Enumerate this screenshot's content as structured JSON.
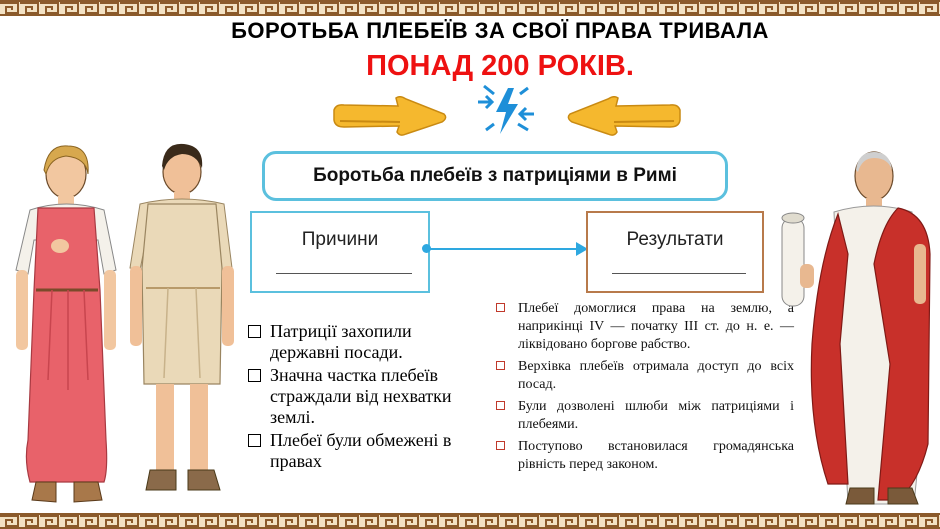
{
  "title_line1": "БОРОТЬБА ПЛЕБЕЇВ ЗА СВОЇ ПРАВА ТРИВАЛА",
  "title_line2": "ПОНАД 200 РОКІВ.",
  "topic": "Боротьба плебеїв з патриціями в Римі",
  "causes_box": {
    "label": "Причини"
  },
  "results_box": {
    "label": "Результати"
  },
  "causes": [
    "Патриції захопили державні посади.",
    "Значна частка плебеїв страждали від нехватки землі.",
    "Плебеї були обмежені в правах"
  ],
  "results": [
    "Плебеї домоглися права на землю, а наприкінці IV — початку III ст. до н. е. — ліквідовано боргове рабство.",
    "Верхівка плебеїв отримала доступ до всіх посад.",
    "Були дозволені шлюби між патриціями і плебеями.",
    "Поступово встановилася громадянська рівність перед законом."
  ],
  "colors": {
    "title_accent": "#ee1111",
    "topic_border": "#5bc0de",
    "causes_border": "#5bc0de",
    "results_border": "#b87a4b",
    "connector": "#2ea8e0",
    "arrows": "#f5b82e",
    "border_band": "#8b5a2b"
  },
  "icons": [
    "arrow-right-icon",
    "clash-lightning-icon",
    "arrow-left-icon",
    "checkbox-icon",
    "greek-key-border"
  ]
}
